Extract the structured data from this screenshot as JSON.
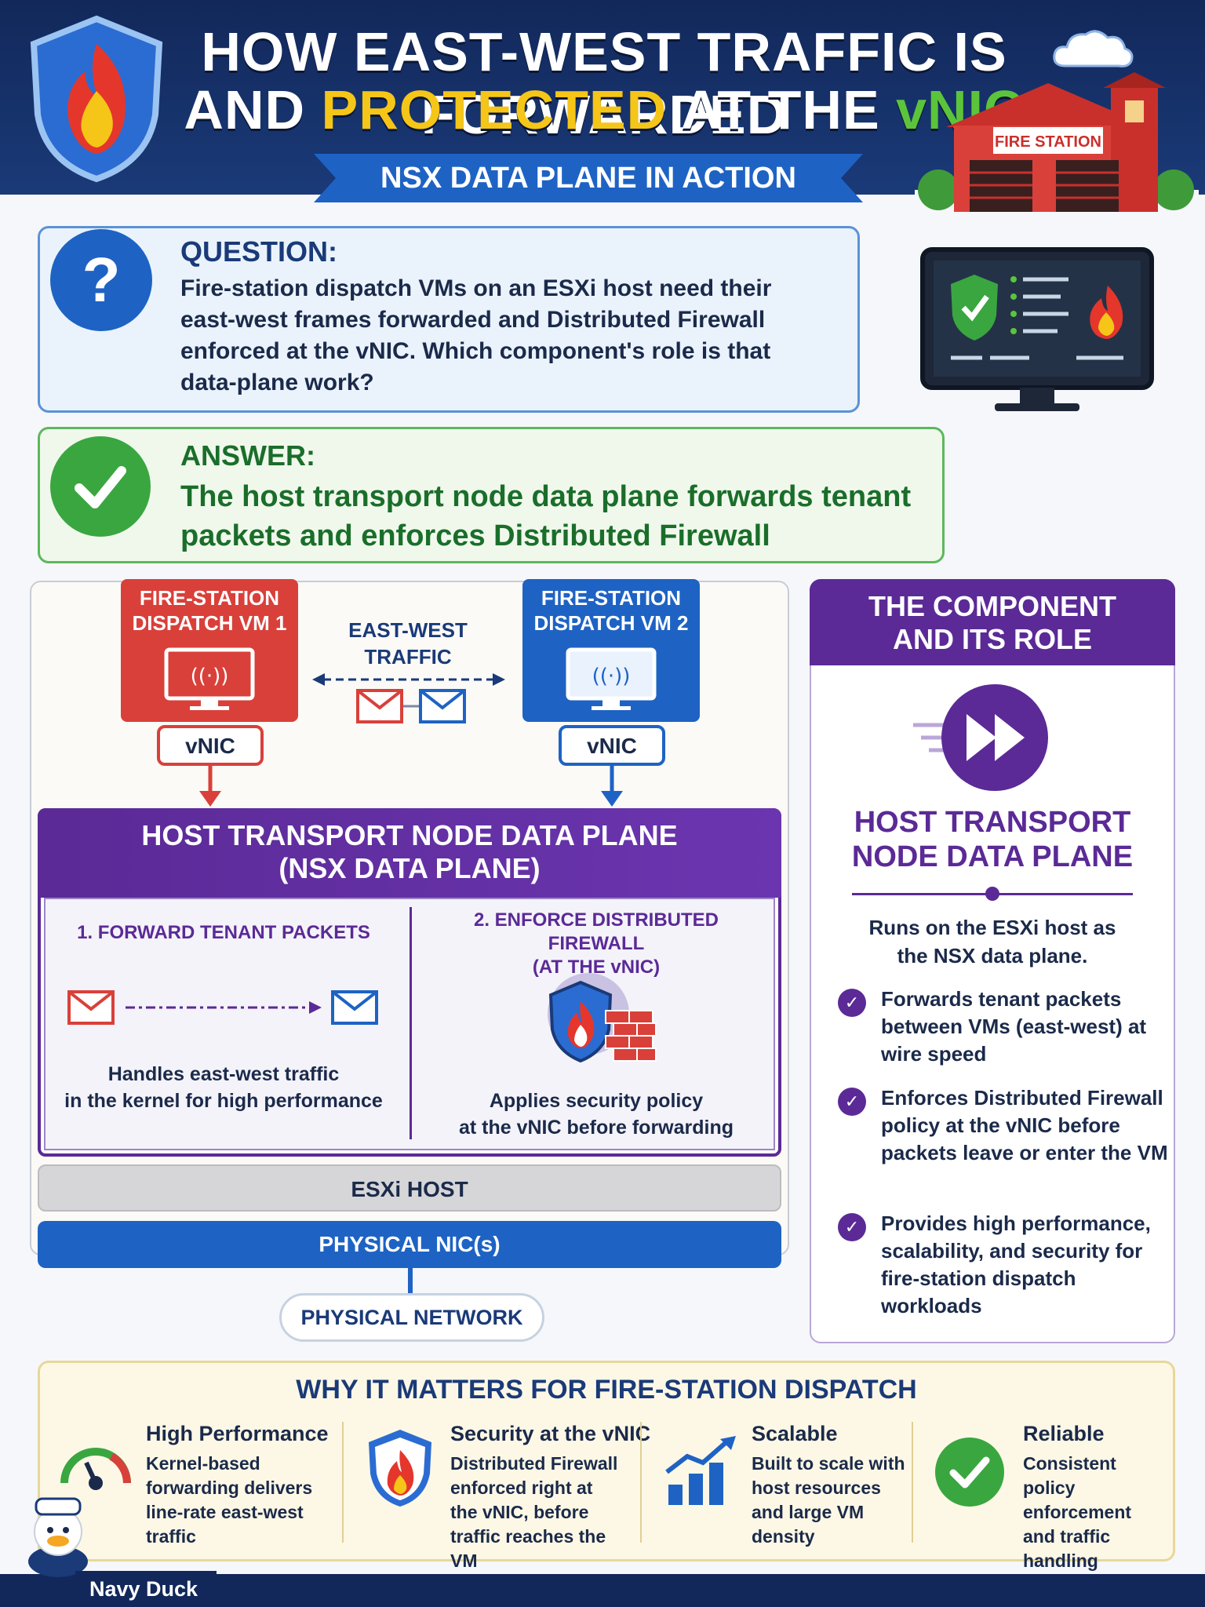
{
  "header": {
    "title_line1": "HOW EAST-WEST TRAFFIC IS FORWARDED",
    "title_line2_a": "AND ",
    "title_line2_b": "PROTECTED",
    "title_line2_c": " AT THE ",
    "title_line2_d": "vNIC",
    "subtitle": "NSX DATA PLANE IN ACTION",
    "fire_station_sign": "FIRE STATION"
  },
  "question": {
    "label": "QUESTION:",
    "text": "Fire-station dispatch VMs on an ESXi host need their east-west frames forwarded and Distributed Firewall enforced at the vNIC. Which component's role is that data-plane work?"
  },
  "answer": {
    "label": "ANSWER:",
    "text": "The host transport node data plane forwards tenant packets and enforces Distributed Firewall"
  },
  "diagram": {
    "vm1": "FIRE-STATION DISPATCH VM 1",
    "vm2": "FIRE-STATION DISPATCH VM 2",
    "traffic_label": "EAST-WEST TRAFFIC",
    "vnic1": "vNIC",
    "vnic2": "vNIC",
    "host_title_1": "HOST TRANSPORT NODE DATA PLANE",
    "host_title_2": "(NSX DATA PLANE)",
    "step1_title": "1. FORWARD TENANT PACKETS",
    "step1_text_1": "Handles east-west traffic",
    "step1_text_2": "in the kernel for high performance",
    "step2_title_1": "2. ENFORCE DISTRIBUTED FIREWALL",
    "step2_title_2": "(AT THE vNIC)",
    "step2_text_1": "Applies security policy",
    "step2_text_2": "at the vNIC before forwarding",
    "esxi_host": "ESXi HOST",
    "physical_nic": "PHYSICAL NIC(s)",
    "physical_network": "PHYSICAL NETWORK"
  },
  "role_panel": {
    "heading_1": "THE COMPONENT",
    "heading_2": "AND ITS ROLE",
    "title_1": "HOST TRANSPORT",
    "title_2": "NODE DATA PLANE",
    "intro_1": "Runs on the ESXi host as",
    "intro_2": "the NSX data plane.",
    "items": [
      "Forwards tenant packets between VMs (east-west) at wire speed",
      "Enforces Distributed Firewall policy at the vNIC before packets leave or enter the VM",
      "Provides high performance, scalability, and security for fire-station dispatch workloads"
    ]
  },
  "why": {
    "title": "WHY IT MATTERS FOR FIRE-STATION DISPATCH",
    "cols": [
      {
        "title": "High Performance",
        "text": "Kernel-based forwarding delivers line-rate east-west traffic"
      },
      {
        "title": "Security at the vNIC",
        "text": "Distributed Firewall enforced right at the vNIC, before traffic reaches the VM"
      },
      {
        "title": "Scalable",
        "text": "Built to scale with host resources and large VM density"
      },
      {
        "title": "Reliable",
        "text": "Consistent policy enforcement and traffic handling"
      }
    ]
  },
  "footer": {
    "brand": "Navy Duck"
  },
  "colors": {
    "navy": "#12285a",
    "blue": "#1e63c4",
    "red": "#d9403a",
    "purple": "#5b2a96",
    "green": "#3aa640",
    "yellow": "#f5c518"
  }
}
